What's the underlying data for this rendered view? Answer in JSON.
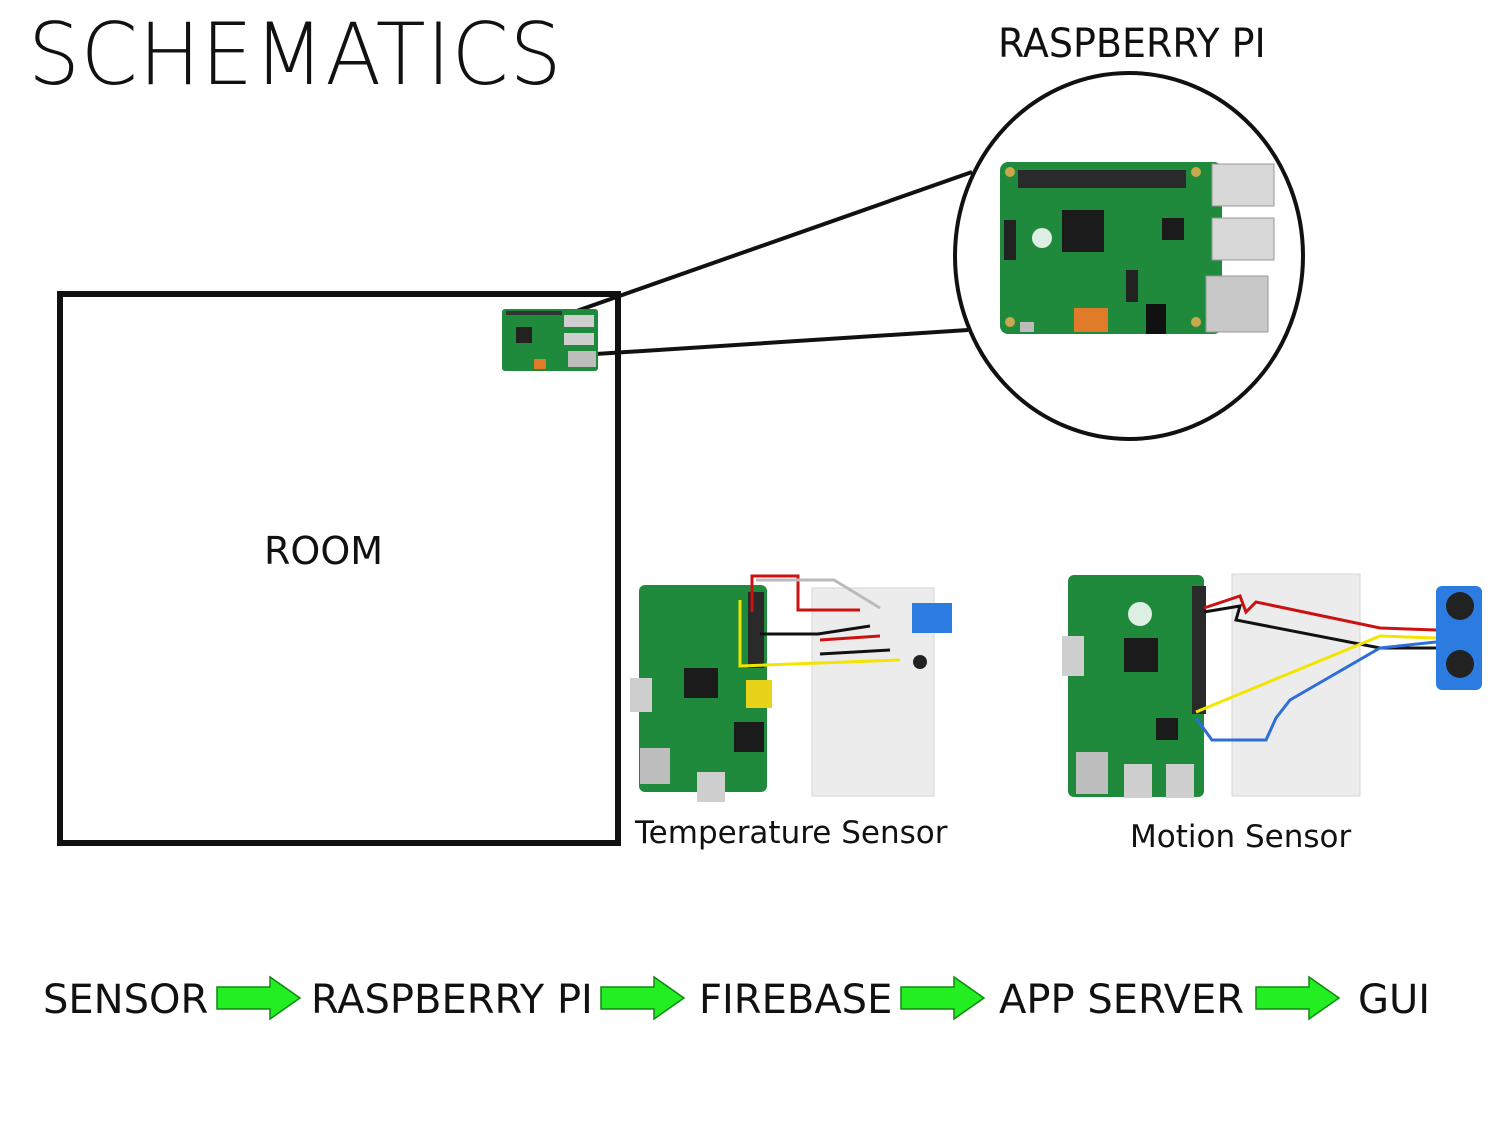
{
  "title": "SCHEMATICS",
  "raspberry_pi_label": "RASPBERRY PI",
  "room_label": "ROOM",
  "captions": {
    "temperature": "Temperature Sensor",
    "motion": "Motion Sensor"
  },
  "flow": [
    "SENSOR",
    "RASPBERRY PI",
    "FIREBASE",
    "APP SERVER",
    "GUI"
  ],
  "colors": {
    "board_green": "#1f8a3c",
    "arrow_green": "#22ee22",
    "wire_red": "#cc1111",
    "wire_yellow": "#f2e600",
    "wire_blue": "#2e6fd6",
    "wire_black": "#111111",
    "sensor_blue": "#2b7be0"
  }
}
